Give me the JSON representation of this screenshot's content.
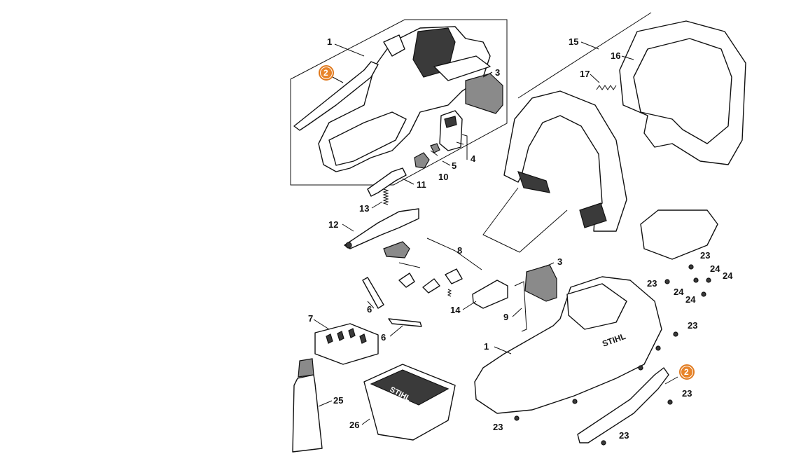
{
  "labels": {
    "l1_top": "1",
    "l2_top": "2",
    "l3_top": "3",
    "l4": "4",
    "l5": "5",
    "l10": "10",
    "l11": "11",
    "l13": "13",
    "l12": "12",
    "l8": "8",
    "l3_mid": "3",
    "l6_a": "6",
    "l6_b": "6",
    "l14": "14",
    "l9": "9",
    "l7": "7",
    "l25": "25",
    "l26": "26",
    "l15": "15",
    "l16": "16",
    "l17": "17",
    "l1_bot": "1",
    "l2_bot": "2",
    "l23_a": "23",
    "l23_b": "23",
    "l23_c": "23",
    "l23_d": "23",
    "l23_e": "23",
    "l23_f": "23",
    "l24_a": "24",
    "l24_b": "24",
    "l24_c": "24",
    "l24_d": "24"
  },
  "brand": {
    "housing_logo": "STIHL",
    "cover_logo": "STIHL"
  },
  "colors": {
    "highlight": "#e8842a",
    "line": "#111111"
  }
}
